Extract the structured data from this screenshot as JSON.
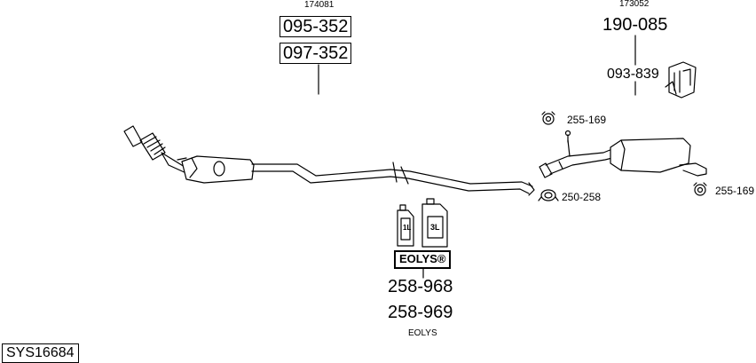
{
  "diagram": {
    "ref_top_left": "174081",
    "ref_top_right": "173052",
    "system_code": "SYS16684",
    "parts": {
      "p095_352": "095-352",
      "p097_352": "097-352",
      "p190_085": "190-085",
      "p093_839": "093-839",
      "p255_169_top": "255-169",
      "p255_169_right": "255-169",
      "p250_258": "250-258",
      "p258_968": "258-968",
      "p258_969": "258-969"
    },
    "eolys_badge": "EOLYS®",
    "eolys_caption": "EOLYS",
    "bottle_small_label": "1L",
    "bottle_large_label": "3L"
  }
}
